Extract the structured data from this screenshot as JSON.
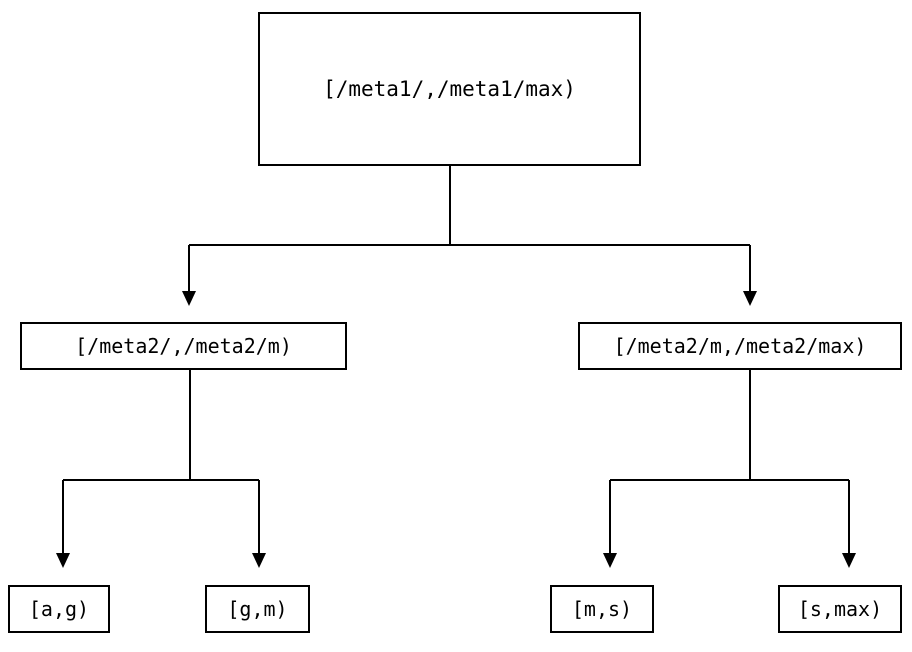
{
  "diagram": {
    "type": "tree",
    "title": "",
    "background_color": "#ffffff",
    "line_color": "#000000",
    "text_color": "#000000",
    "nodes": {
      "root": {
        "label": "[/meta1/,/meta1/max)"
      },
      "mid": [
        {
          "label": "[/meta2/,/meta2/m)"
        },
        {
          "label": "[/meta2/m,/meta2/max)"
        }
      ],
      "leaves": [
        {
          "label": "[a,g)"
        },
        {
          "label": "[g,m)"
        },
        {
          "label": "[m,s)"
        },
        {
          "label": "[s,max)"
        }
      ]
    }
  }
}
